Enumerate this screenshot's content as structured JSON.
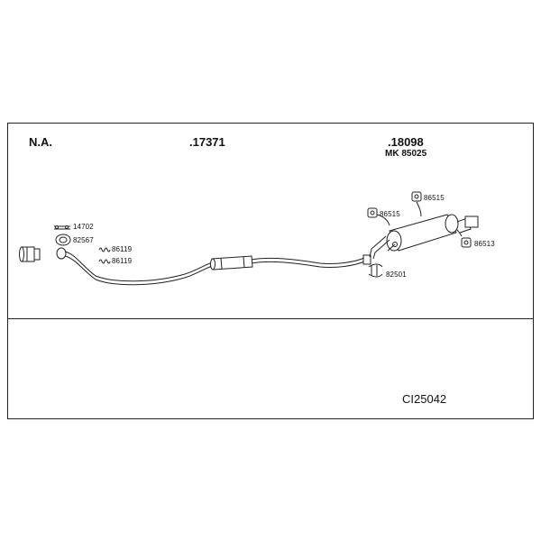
{
  "headers": {
    "na": "N.A.",
    "front": ".17371",
    "rear": ".18098",
    "mk": "MK  85025"
  },
  "parts": {
    "p14702": "14702",
    "p82567": "82567",
    "p86119a": "86119",
    "p86119b": "86119",
    "p86515a": "86515",
    "p86515b": "86515",
    "p86513": "86513",
    "p82501": "82501"
  },
  "diagram_code": "CI25042"
}
